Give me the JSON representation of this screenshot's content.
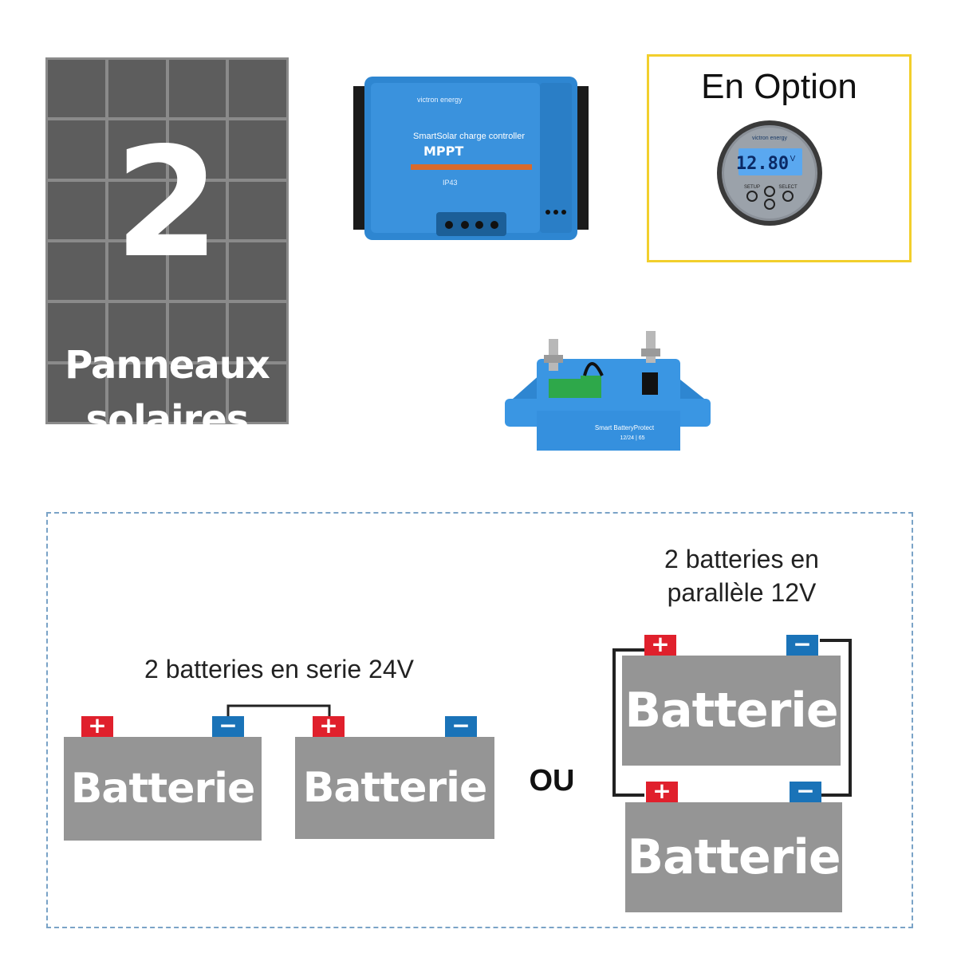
{
  "solar_panel": {
    "count": "2",
    "label_line1": "Panneaux",
    "label_line2": "solaires"
  },
  "mppt": {
    "brand": "victron energy",
    "line1": "SmartSolar charge controller",
    "model": "MPPT",
    "ip": "IP43"
  },
  "option": {
    "title": "En Option",
    "monitor_reading": "12.80",
    "monitor_unit": "V",
    "monitor_brand": "victron energy",
    "btn_setup": "SETUP",
    "btn_select": "SELECT"
  },
  "battery_protect": {
    "label": "Smart BatteryProtect",
    "spec": "12/24 | 65"
  },
  "series": {
    "caption": "2 batteries en serie 24V"
  },
  "or_label": "OU",
  "parallel": {
    "caption_line1": "2 batteries en",
    "caption_line2": "parallèle 12V"
  },
  "battery_label": "Batterie",
  "terminal_plus": "+",
  "terminal_minus": "−",
  "colors": {
    "plus": "#e0202c",
    "minus": "#1a73b8",
    "battery": "#959595",
    "option_border": "#f2cf2c",
    "frame": "#7aa3c7",
    "victron_blue": "#2e86d1"
  }
}
